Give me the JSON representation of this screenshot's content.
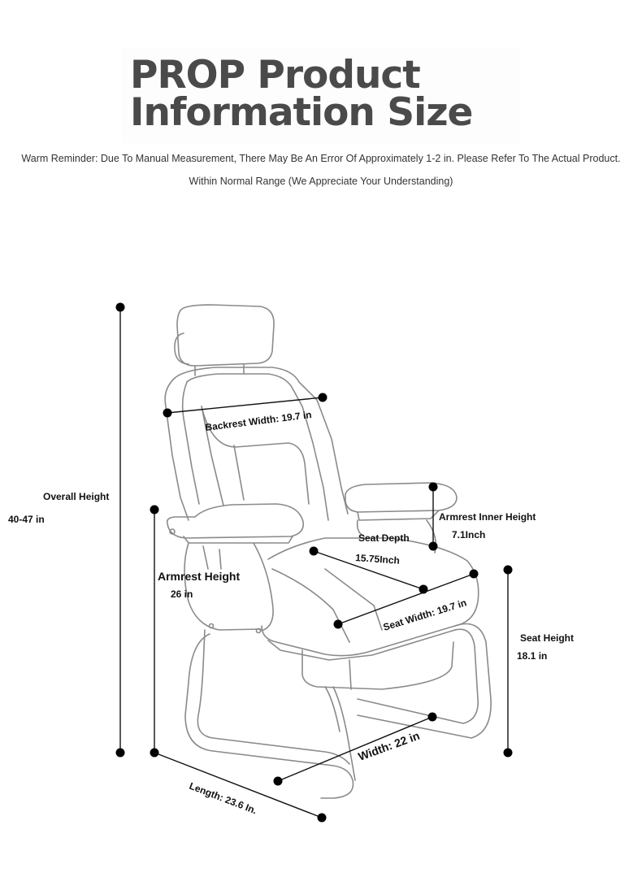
{
  "title": {
    "line1": "PROP Product",
    "line2": "Information Size"
  },
  "reminder": {
    "line1": "Warm Reminder: Due To Manual Measurement, There May Be An Error Of Approximately 1-2 in. Please Refer To The Actual Product.",
    "line2": "Within Normal Range (We Appreciate Your Understanding)"
  },
  "dimensions": {
    "overall_height": {
      "label": "Overall Height",
      "value": "40-47 in"
    },
    "armrest_height": {
      "label": "Armrest Height",
      "value": "26 in"
    },
    "backrest_width": {
      "label": "Backrest Width: 19.7 in"
    },
    "armrest_inner_height": {
      "label": "Armrest Inner Height",
      "value": "7.1Inch"
    },
    "seat_depth": {
      "label": "Seat Depth",
      "value": "15.75Inch"
    },
    "seat_width": {
      "label": "Seat Width: 19.7 in"
    },
    "seat_height": {
      "label": "Seat Height",
      "value": "18.1 in"
    },
    "width": {
      "label": "Width: 22 in"
    },
    "length": {
      "label": "Length: 23.6 In."
    }
  }
}
